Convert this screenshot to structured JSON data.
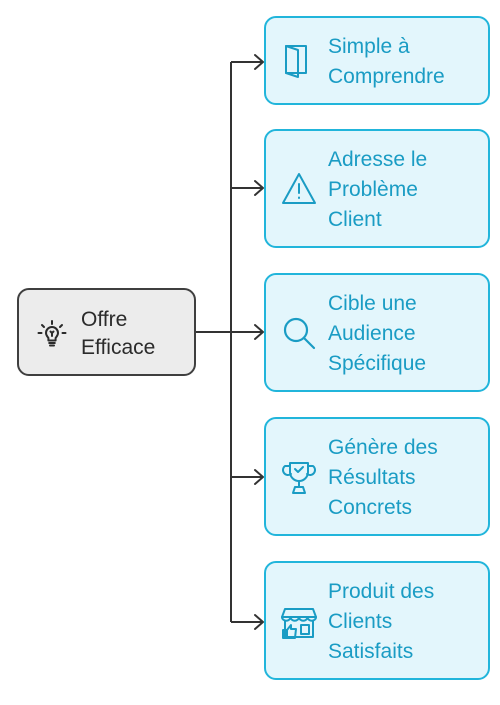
{
  "root": {
    "lines": [
      "Offre",
      "Efficace"
    ],
    "icon": "lightbulb-icon"
  },
  "children": [
    {
      "lines": [
        "Simple à",
        "Comprendre"
      ],
      "icon": "book-icon"
    },
    {
      "lines": [
        "Adresse le",
        "Problème",
        "Client"
      ],
      "icon": "warning-triangle-icon"
    },
    {
      "lines": [
        "Cible une",
        "Audience",
        "Spécifique"
      ],
      "icon": "magnifier-icon"
    },
    {
      "lines": [
        "Génère des",
        "Résultats",
        "Concrets"
      ],
      "icon": "trophy-icon"
    },
    {
      "lines": [
        "Produit des",
        "Clients",
        "Satisfaits"
      ],
      "icon": "store-thumbs-up-icon"
    }
  ],
  "colors": {
    "child_fill": "#e3f6fc",
    "child_border": "#21b5db",
    "child_text": "#1a9cc4",
    "root_fill": "#ececec",
    "root_border": "#3f3f3f",
    "connector": "#333333"
  }
}
